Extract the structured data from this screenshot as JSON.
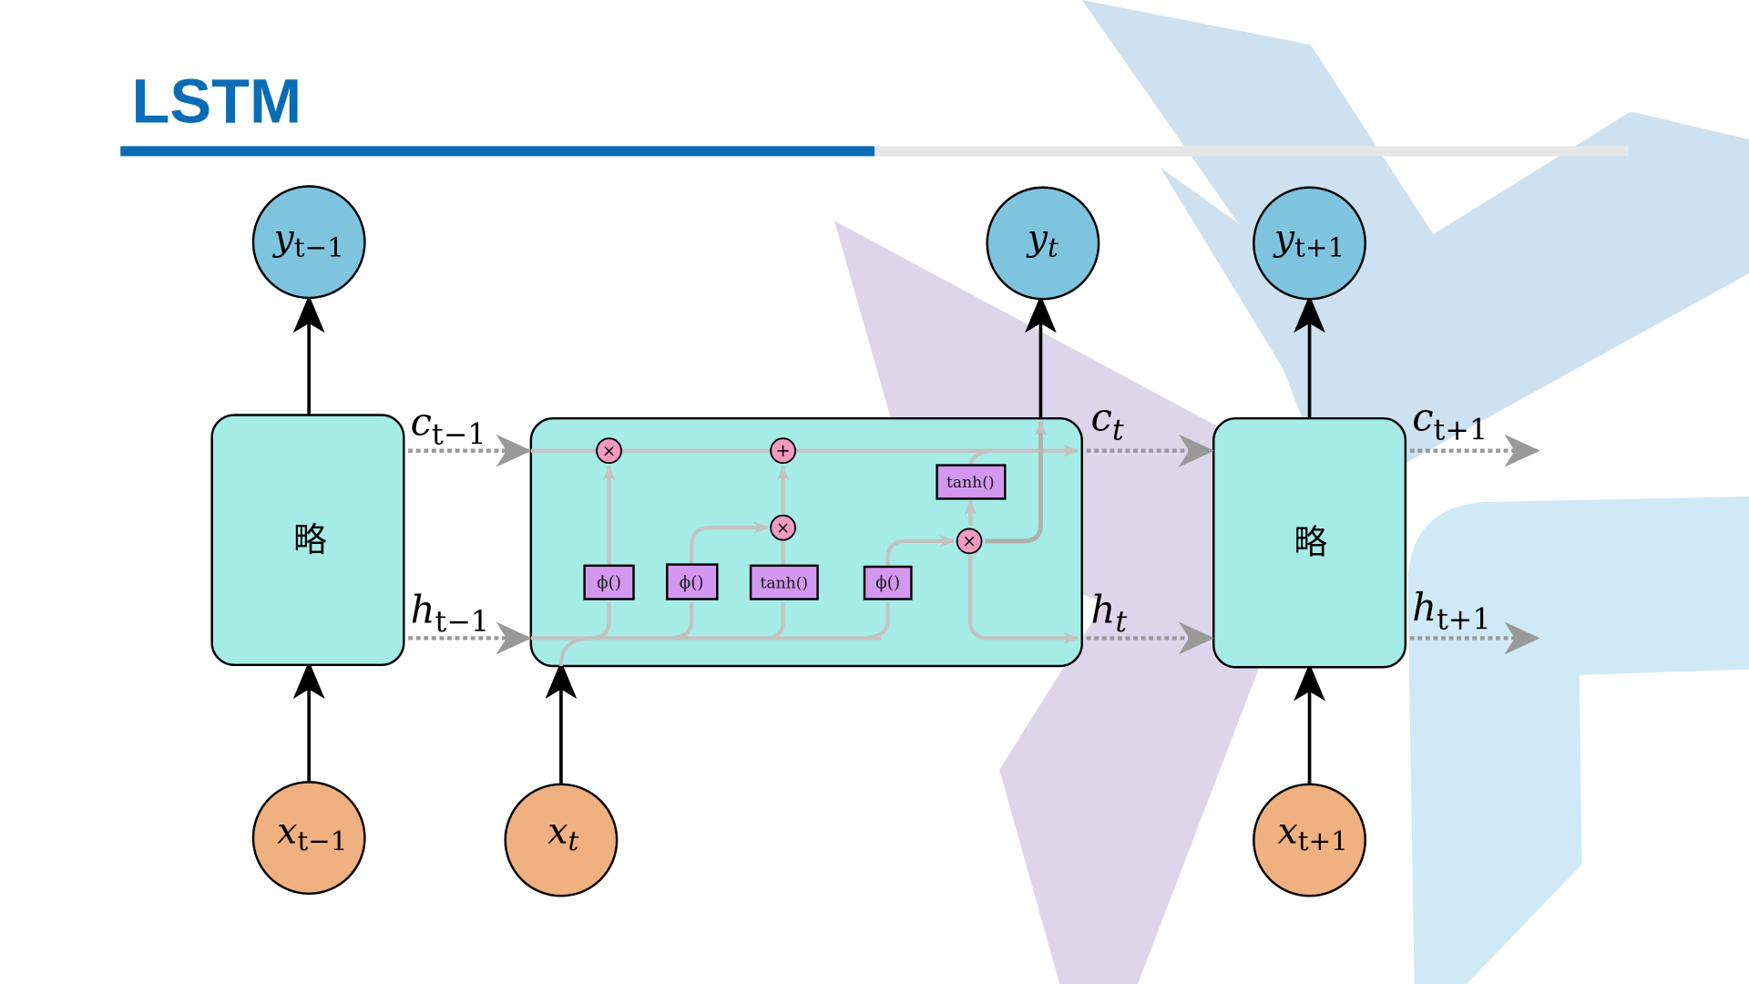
{
  "slide": {
    "title": "LSTM",
    "colors": {
      "title": "#0a6cb5",
      "title_rule_accent": "#0a6cb5",
      "title_rule_rest": "#e6e6e6",
      "cell_fill": "#a5ece7",
      "output_node_fill": "#7ec4de",
      "input_node_fill": "#f0b07f",
      "gate_fill": "#d297ee",
      "op_fill": "#f49ac1",
      "internal_line": "#c2c2c2",
      "state_arrow": "#999999",
      "bg_shape_purple": "#ddd5ea",
      "bg_shape_blue": "#cde1f0",
      "bg_shape_lightblue": "#cfe9f6"
    }
  },
  "diagram": {
    "cells": [
      {
        "id": "prev",
        "label": "略",
        "collapsed": true
      },
      {
        "id": "current",
        "label": "",
        "collapsed": false
      },
      {
        "id": "next",
        "label": "略",
        "collapsed": true
      }
    ],
    "outputs": [
      {
        "var": "y",
        "sub": "t−1"
      },
      {
        "var": "y",
        "sub": "t"
      },
      {
        "var": "y",
        "sub": "t+1"
      }
    ],
    "inputs": [
      {
        "var": "x",
        "sub": "t−1"
      },
      {
        "var": "x",
        "sub": "t"
      },
      {
        "var": "x",
        "sub": "t+1"
      }
    ],
    "states": {
      "c_prev": {
        "var": "c",
        "sub": "t−1"
      },
      "h_prev": {
        "var": "h",
        "sub": "t−1"
      },
      "c_cur": {
        "var": "c",
        "sub": "t"
      },
      "h_cur": {
        "var": "h",
        "sub": "t"
      },
      "c_next": {
        "var": "c",
        "sub": "t+1"
      },
      "h_next": {
        "var": "h",
        "sub": "t+1"
      }
    },
    "gates": [
      {
        "id": "forget",
        "label": "ϕ()"
      },
      {
        "id": "input",
        "label": "ϕ()"
      },
      {
        "id": "candidate",
        "label": "tanh()"
      },
      {
        "id": "output",
        "label": "ϕ()"
      },
      {
        "id": "cell_tanh",
        "label": "tanh()"
      }
    ],
    "operators": [
      {
        "id": "forget_mul",
        "symbol": "×"
      },
      {
        "id": "cell_add",
        "symbol": "+"
      },
      {
        "id": "input_mul",
        "symbol": "×"
      },
      {
        "id": "output_mul",
        "symbol": "×"
      }
    ]
  }
}
